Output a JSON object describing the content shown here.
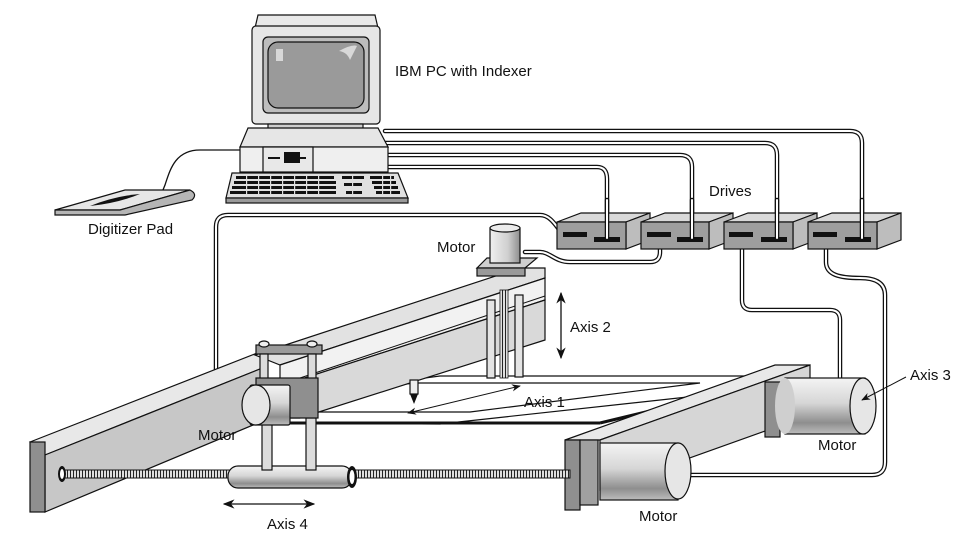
{
  "diagram": {
    "type": "motion-control-system-illustration",
    "labels": {
      "pc": "IBM PC with Indexer",
      "digitizer": "Digitizer Pad",
      "drives": "Drives",
      "motor_top": "Motor",
      "motor_left": "Motor",
      "motor_right": "Motor",
      "motor_bottom": "Motor",
      "axis1": "Axis 1",
      "axis2": "Axis 2",
      "axis3": "Axis 3",
      "axis4": "Axis 4"
    },
    "drive_count": 4,
    "colors": {
      "line": "#111111",
      "light_gray": "#e4e4e4",
      "mid_gray": "#bdbdbd",
      "dark_gray": "#8f8f8f",
      "background": "#ffffff"
    }
  }
}
